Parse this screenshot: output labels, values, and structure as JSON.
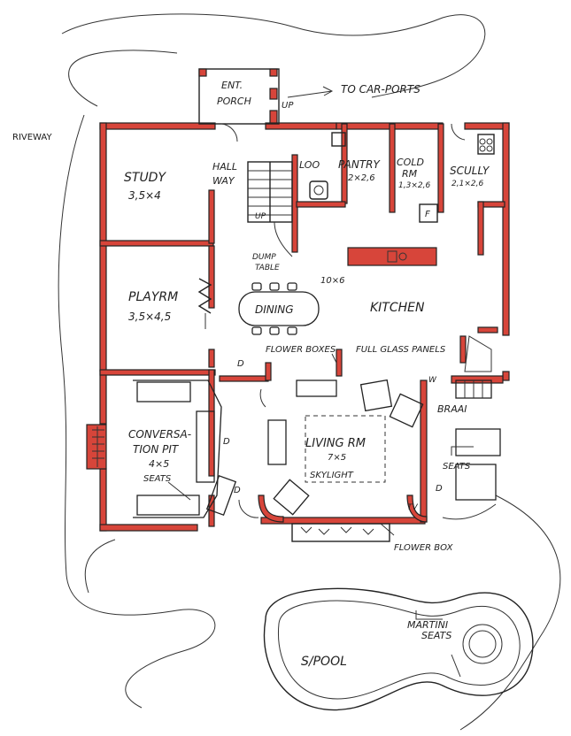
{
  "wall_color": "#d7453a",
  "labels": {
    "driveway": "RIVEWAY",
    "ent_porch_1": "ENT.",
    "ent_porch_2": "PORCH",
    "up_carports_up": "UP",
    "up_carports": "TO CAR-PORTS",
    "study": "STUDY",
    "study_size": "3,5×4",
    "hallway_1": "HALL",
    "hallway_2": "WAY",
    "stair_up": "UP",
    "loo": "LOO",
    "pantry": "PANTRY",
    "pantry_size": "2×2,6",
    "cold_rm_1": "COLD",
    "cold_rm_2": "RM",
    "cold_rm_size": "1,3×2,6",
    "scully": "SCULLY",
    "scully_size": "2,1×2,6",
    "fridge": "F",
    "dump_table_1": "DUMP",
    "dump_table_2": "TABLE",
    "kitchen_size": "10×6",
    "playrm": "PLAYRM",
    "playrm_size": "3,5×4,5",
    "dining": "DINING",
    "kitchen": "KITCHEN",
    "flower_boxes": "FLOWER BOXES",
    "full_glass": "FULL GLASS PANELS",
    "door_d1": "D",
    "door_d2": "D",
    "door_d3": "D",
    "door_d4": "D",
    "conversa_1": "CONVERSA-",
    "conversa_2": "TION PIT",
    "conversa_size": "4×5",
    "seats_pit": "SEATS",
    "living": "LIVING RM",
    "living_size": "7×5",
    "skylight": "SKYLIGHT",
    "brari": "BRAAI",
    "seats_right": "SEATS",
    "tv": "TV",
    "flower_box": "FLOWER BOX",
    "pool": "S/POOL",
    "martini_1": "MARTINI",
    "martini_2": "SEATS",
    "w": "W"
  }
}
